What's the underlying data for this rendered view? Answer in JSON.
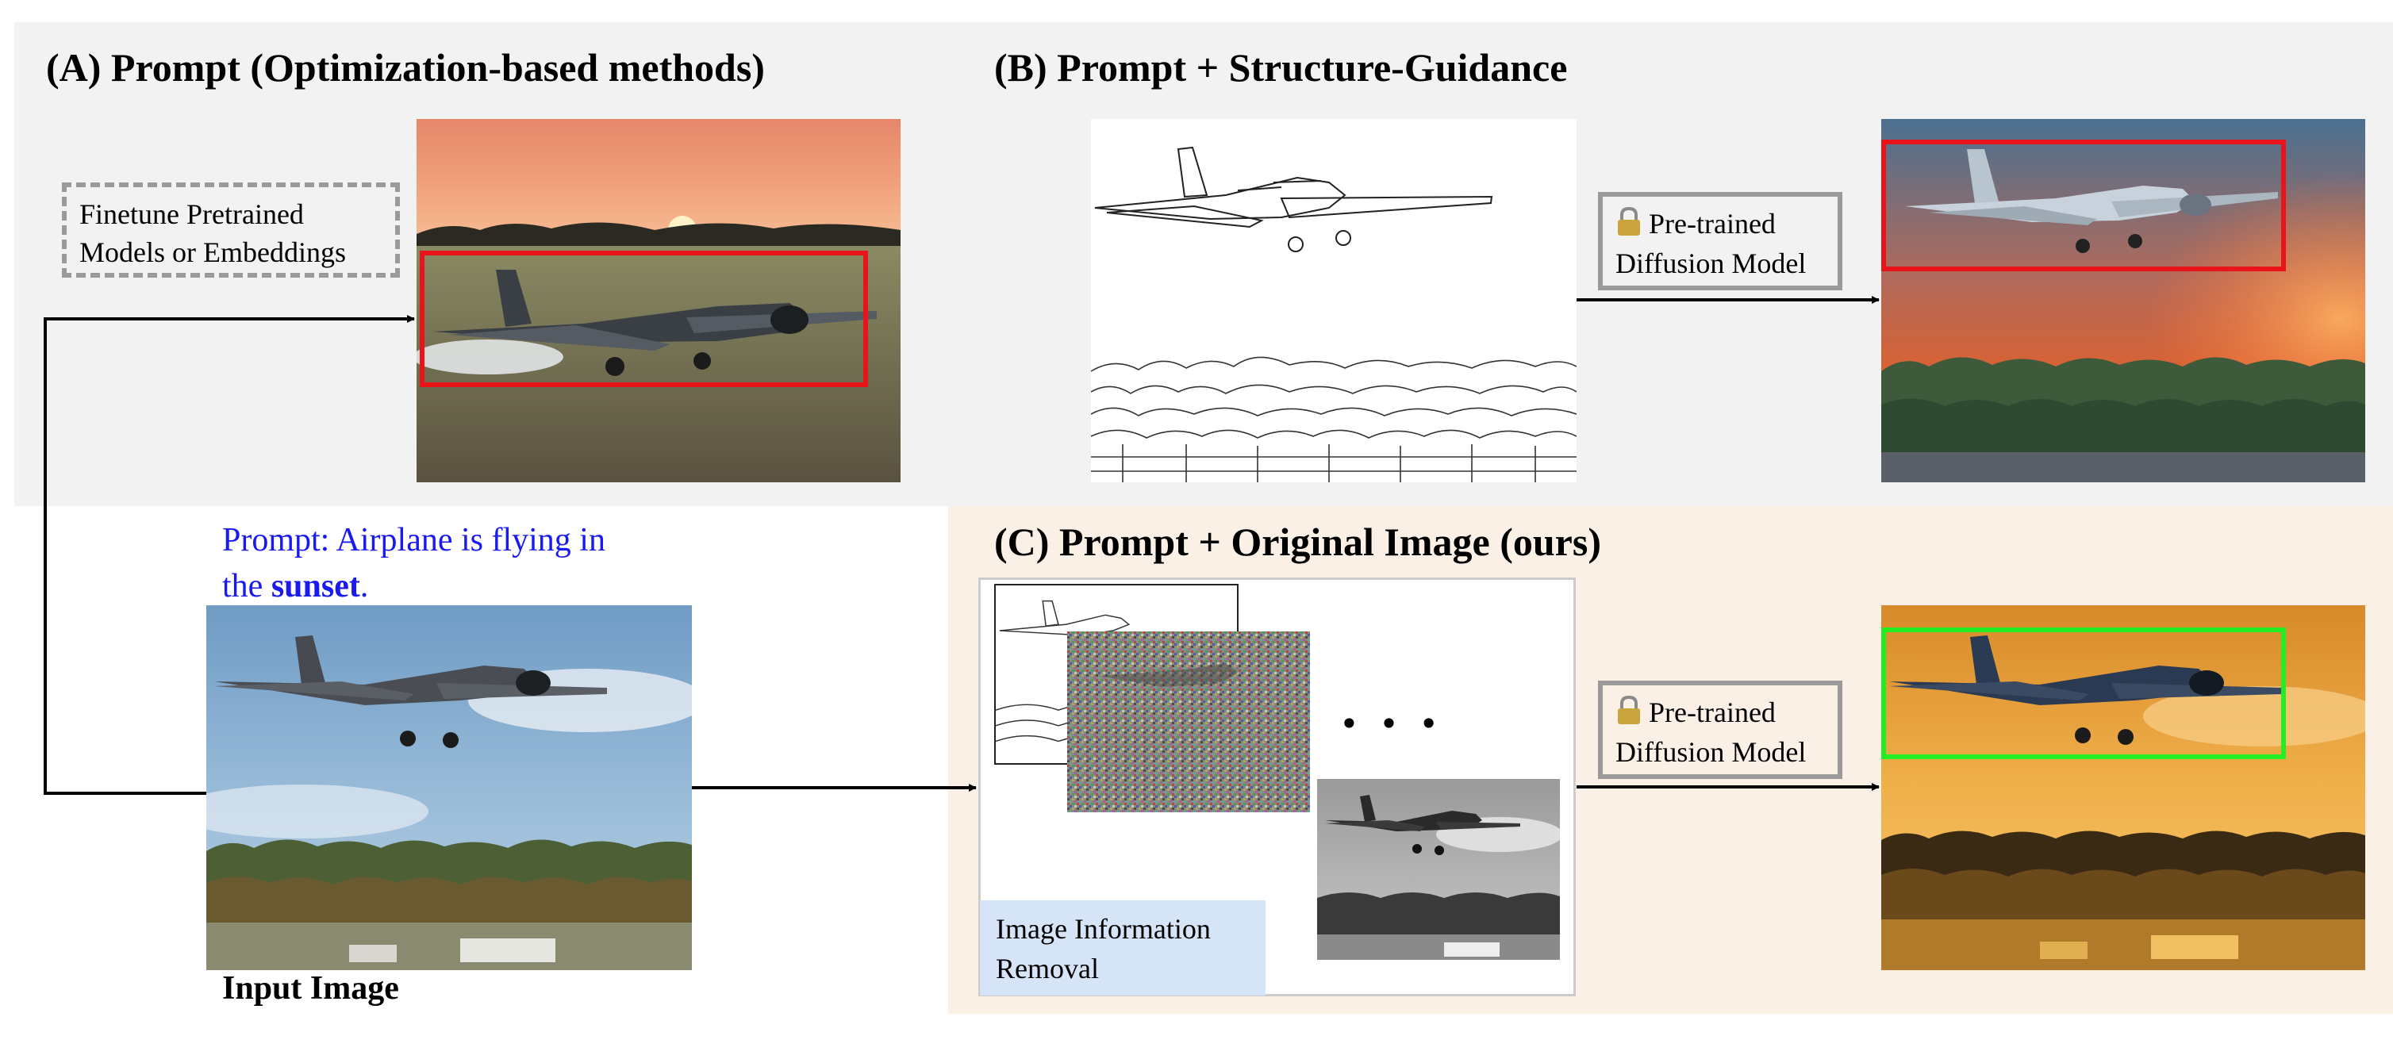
{
  "panels": {
    "a_title": "(A) Prompt (Optimization-based methods)",
    "b_title": "(B) Prompt + Structure-Guidance",
    "c_title": "(C) Prompt + Original Image (ours)"
  },
  "finetune_box": {
    "line1": "Finetune Pretrained",
    "line2": "Models or Embeddings"
  },
  "diffusion_box": {
    "line1": "Pre-trained",
    "line2": "Diffusion Model"
  },
  "prompt": {
    "line1": "Prompt: Airplane is flying in",
    "line2_prefix": "the ",
    "line2_bold": "sunset",
    "line2_suffix": "."
  },
  "input_label": "Input Image",
  "removal_label": {
    "line1": "Image Information",
    "line2": "Removal"
  },
  "ellipsis": "• • •",
  "colors": {
    "panel_gray": "#f2f2f2",
    "panel_peach": "#faf0e6",
    "prompt_blue": "#1a1af0",
    "highlight_red": "#e8141a",
    "highlight_green": "#22ee22",
    "removal_blue": "#d6e4f7"
  }
}
